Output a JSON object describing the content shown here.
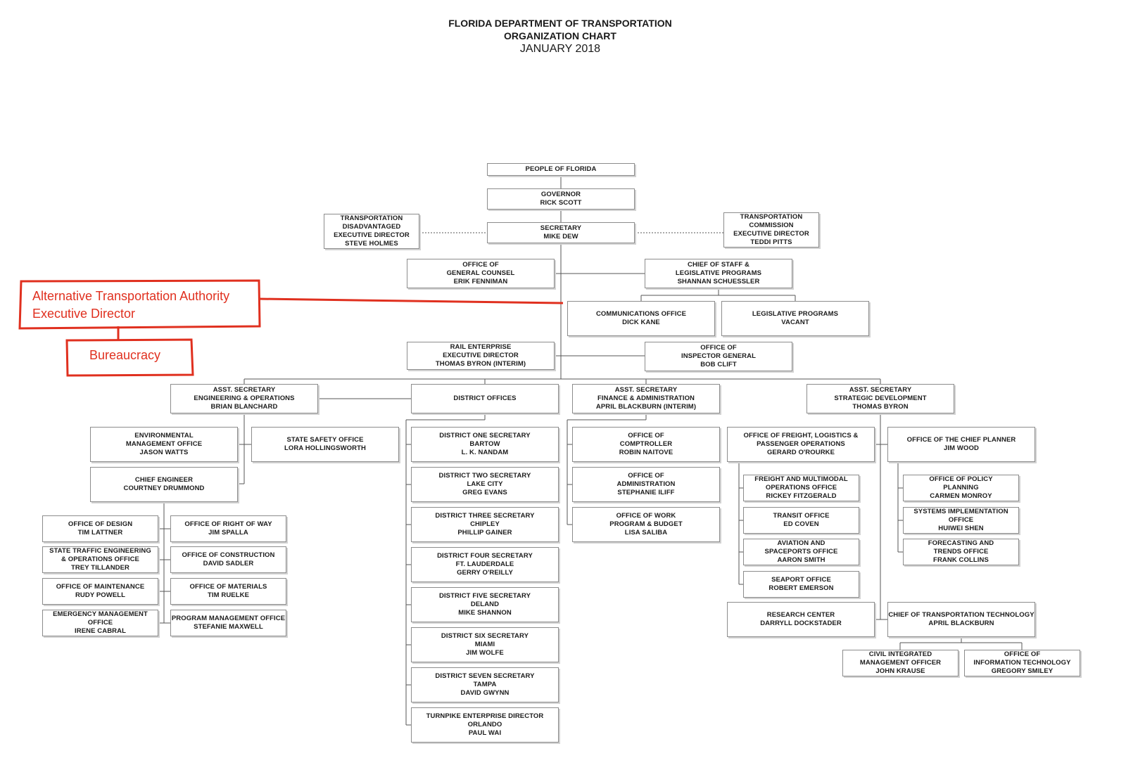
{
  "header": {
    "line1": "FLORIDA DEPARTMENT OF TRANSPORTATION",
    "line2": "ORGANIZATION CHART",
    "date": "JANUARY 2018"
  },
  "annotations": {
    "ata_line1": "Alternative Transportation Authority",
    "ata_line2": "Executive Director",
    "bureaucracy": "Bureaucracy",
    "color": "#e0301f"
  },
  "colors": {
    "box_border": "#8c8c8c",
    "line": "#555555",
    "annotation": "#e0301f"
  },
  "nodes": {
    "people": [
      "PEOPLE OF FLORIDA"
    ],
    "governor": [
      "GOVERNOR",
      "RICK SCOTT"
    ],
    "secretary": [
      "SECRETARY",
      "MIKE DEW"
    ],
    "transp_disadv": [
      "TRANSPORTATION",
      "DISADVANTAGED",
      "EXECUTIVE DIRECTOR",
      "STEVE HOLMES"
    ],
    "transp_comm": [
      "TRANSPORTATION",
      "COMMISSION",
      "EXECUTIVE DIRECTOR",
      "TEDDI PITTS"
    ],
    "general_counsel": [
      "OFFICE OF",
      "GENERAL COUNSEL",
      "ERIK FENNIMAN"
    ],
    "chief_of_staff": [
      "CHIEF OF STAFF &",
      "LEGISLATIVE PROGRAMS",
      "SHANNAN SCHUESSLER"
    ],
    "communications": [
      "COMMUNICATIONS OFFICE",
      "DICK KANE"
    ],
    "legislative": [
      "LEGISLATIVE PROGRAMS",
      "VACANT"
    ],
    "rail": [
      "RAIL ENTERPRISE",
      "EXECUTIVE DIRECTOR",
      "THOMAS BYRON (INTERIM)"
    ],
    "inspector": [
      "OFFICE OF",
      "INSPECTOR GENERAL",
      "BOB CLIFT"
    ],
    "asst_eng": [
      "ASST. SECRETARY",
      "ENGINEERING & OPERATIONS",
      "BRIAN BLANCHARD"
    ],
    "district_offices": [
      "DISTRICT OFFICES"
    ],
    "asst_fin": [
      "ASST. SECRETARY",
      "FINANCE & ADMINISTRATION",
      "APRIL BLACKBURN (INTERIM)"
    ],
    "asst_strat": [
      "ASST. SECRETARY",
      "STRATEGIC DEVELOPMENT",
      "THOMAS BYRON"
    ],
    "env_mgmt": [
      "ENVIRONMENTAL",
      "MANAGEMENT OFFICE",
      "JASON WATTS"
    ],
    "state_safety": [
      "STATE SAFETY OFFICE",
      "LORA HOLLINGSWORTH"
    ],
    "chief_engineer": [
      "CHIEF ENGINEER",
      "COURTNEY DRUMMOND"
    ],
    "design": [
      "OFFICE OF DESIGN",
      "TIM LATTNER"
    ],
    "right_of_way": [
      "OFFICE OF RIGHT OF WAY",
      "JIM SPALLA"
    ],
    "traffic": [
      "STATE TRAFFIC ENGINEERING",
      "& OPERATIONS OFFICE",
      "TREY TILLANDER"
    ],
    "construction": [
      "OFFICE OF CONSTRUCTION",
      "DAVID SADLER"
    ],
    "maintenance": [
      "OFFICE OF MAINTENANCE",
      "RUDY POWELL"
    ],
    "materials": [
      "OFFICE OF MATERIALS",
      "TIM RUELKE"
    ],
    "emergency": [
      "EMERGENCY MANAGEMENT",
      "OFFICE",
      "IRENE CABRAL"
    ],
    "program_mgmt": [
      "PROGRAM MANAGEMENT OFFICE",
      "STEFANIE MAXWELL"
    ],
    "d1": [
      "DISTRICT ONE SECRETARY",
      "BARTOW",
      "L. K. NANDAM"
    ],
    "d2": [
      "DISTRICT TWO SECRETARY",
      "LAKE CITY",
      "GREG EVANS"
    ],
    "d3": [
      "DISTRICT THREE SECRETARY",
      "CHIPLEY",
      "PHILLIP GAINER"
    ],
    "d4": [
      "DISTRICT FOUR SECRETARY",
      "FT. LAUDERDALE",
      "GERRY O'REILLY"
    ],
    "d5": [
      "DISTRICT FIVE SECRETARY",
      "DELAND",
      "MIKE SHANNON"
    ],
    "d6": [
      "DISTRICT SIX SECRETARY",
      "MIAMI",
      "JIM WOLFE"
    ],
    "d7": [
      "DISTRICT SEVEN SECRETARY",
      "TAMPA",
      "DAVID GWYNN"
    ],
    "turnpike": [
      "TURNPIKE ENTERPRISE DIRECTOR",
      "ORLANDO",
      "PAUL WAI"
    ],
    "comptroller": [
      "OFFICE OF",
      "COMPTROLLER",
      "ROBIN NAITOVE"
    ],
    "administration": [
      "OFFICE OF",
      "ADMINISTRATION",
      "STEPHANIE ILIFF"
    ],
    "work_program": [
      "OFFICE OF WORK",
      "PROGRAM & BUDGET",
      "LISA SALIBA"
    ],
    "freight": [
      "OFFICE OF FREIGHT, LOGISTICS &",
      "PASSENGER OPERATIONS",
      "GERARD O'ROURKE"
    ],
    "chief_planner": [
      "OFFICE OF THE CHIEF PLANNER",
      "JIM WOOD"
    ],
    "freight_multi": [
      "FREIGHT AND MULTIMODAL",
      "OPERATIONS OFFICE",
      "RICKEY FITZGERALD"
    ],
    "transit": [
      "TRANSIT OFFICE",
      "ED COVEN"
    ],
    "aviation": [
      "AVIATION AND",
      "SPACEPORTS OFFICE",
      "AARON SMITH"
    ],
    "seaport": [
      "SEAPORT OFFICE",
      "ROBERT EMERSON"
    ],
    "policy": [
      "OFFICE OF POLICY",
      "PLANNING",
      "CARMEN MONROY"
    ],
    "systems_impl": [
      "SYSTEMS IMPLEMENTATION",
      "OFFICE",
      "HUIWEI SHEN"
    ],
    "forecasting": [
      "FORECASTING AND",
      "TRENDS OFFICE",
      "FRANK COLLINS"
    ],
    "research": [
      "RESEARCH CENTER",
      "DARRYLL DOCKSTADER"
    ],
    "chief_tech": [
      "CHIEF OF TRANSPORTATION TECHNOLOGY",
      "APRIL BLACKBURN"
    ],
    "civil_integrated": [
      "CIVIL INTEGRATED",
      "MANAGEMENT OFFICER",
      "JOHN KRAUSE"
    ],
    "info_tech": [
      "OFFICE OF",
      "INFORMATION TECHNOLOGY",
      "GREGORY SMILEY"
    ]
  }
}
